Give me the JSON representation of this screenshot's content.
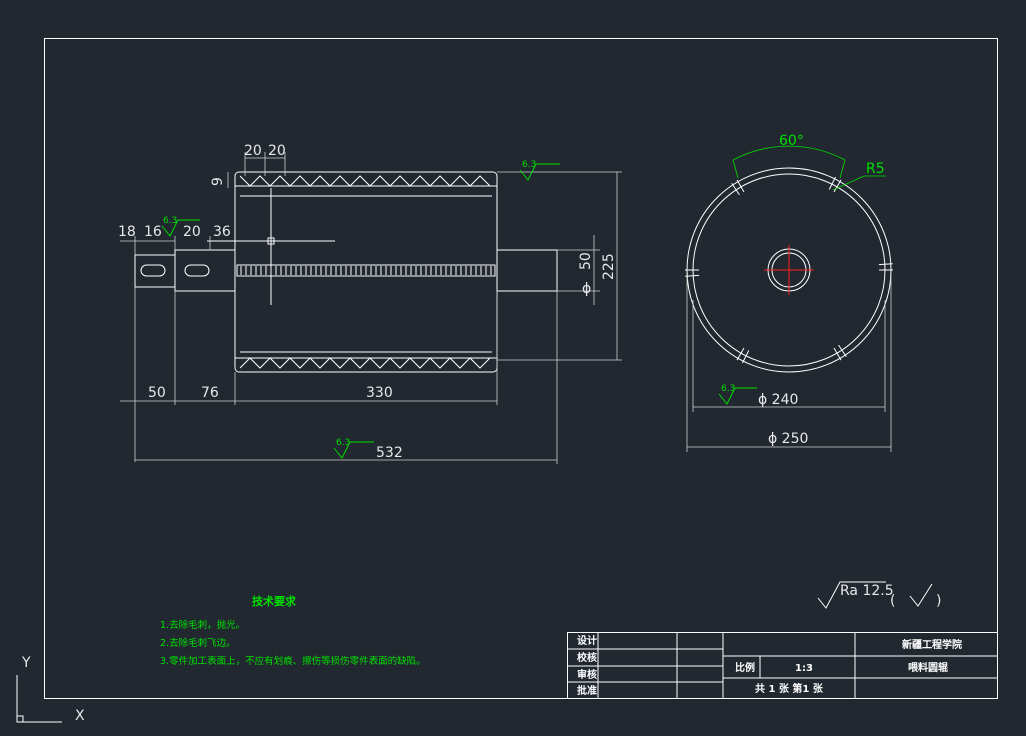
{
  "dimensions": {
    "d18": "18",
    "d16": "16",
    "d20a": "20",
    "d36": "36",
    "d20_top1": "20",
    "d20_top2": "20",
    "d9": "9",
    "d50_left": "50",
    "d76": "76",
    "d330": "330",
    "d532": "532",
    "d50_shaft": "50",
    "d225": "225",
    "angle": "60°",
    "radius": "R5",
    "dia240": "ϕ 240",
    "dia250": "ϕ 250"
  },
  "roughness": {
    "mark": "6.3",
    "general_symbol": "Ra 12.5",
    "bracket_open": "(",
    "bracket_close": ")"
  },
  "notes": {
    "title": "技术要求",
    "items": [
      "1.去除毛刺，抛光。",
      "2.去除毛刺飞边。",
      "3.零件加工表面上，不应有划痕、擦伤等损伤零件表面的缺陷。"
    ]
  },
  "title_block": {
    "design": "设计",
    "check": "校核",
    "review": "审核",
    "approve": "批准",
    "school": "新疆工程学院",
    "part_name": "喂料圆辊",
    "scale_label": "比例",
    "scale_value": "1:3",
    "sheets": "共 1 张 第1 张"
  },
  "ucs": {
    "y": "Y",
    "x": "X"
  },
  "colors": {
    "background": "#212830",
    "line": "#ffffff",
    "dimension": "#00e000",
    "center": "#ff2020"
  }
}
